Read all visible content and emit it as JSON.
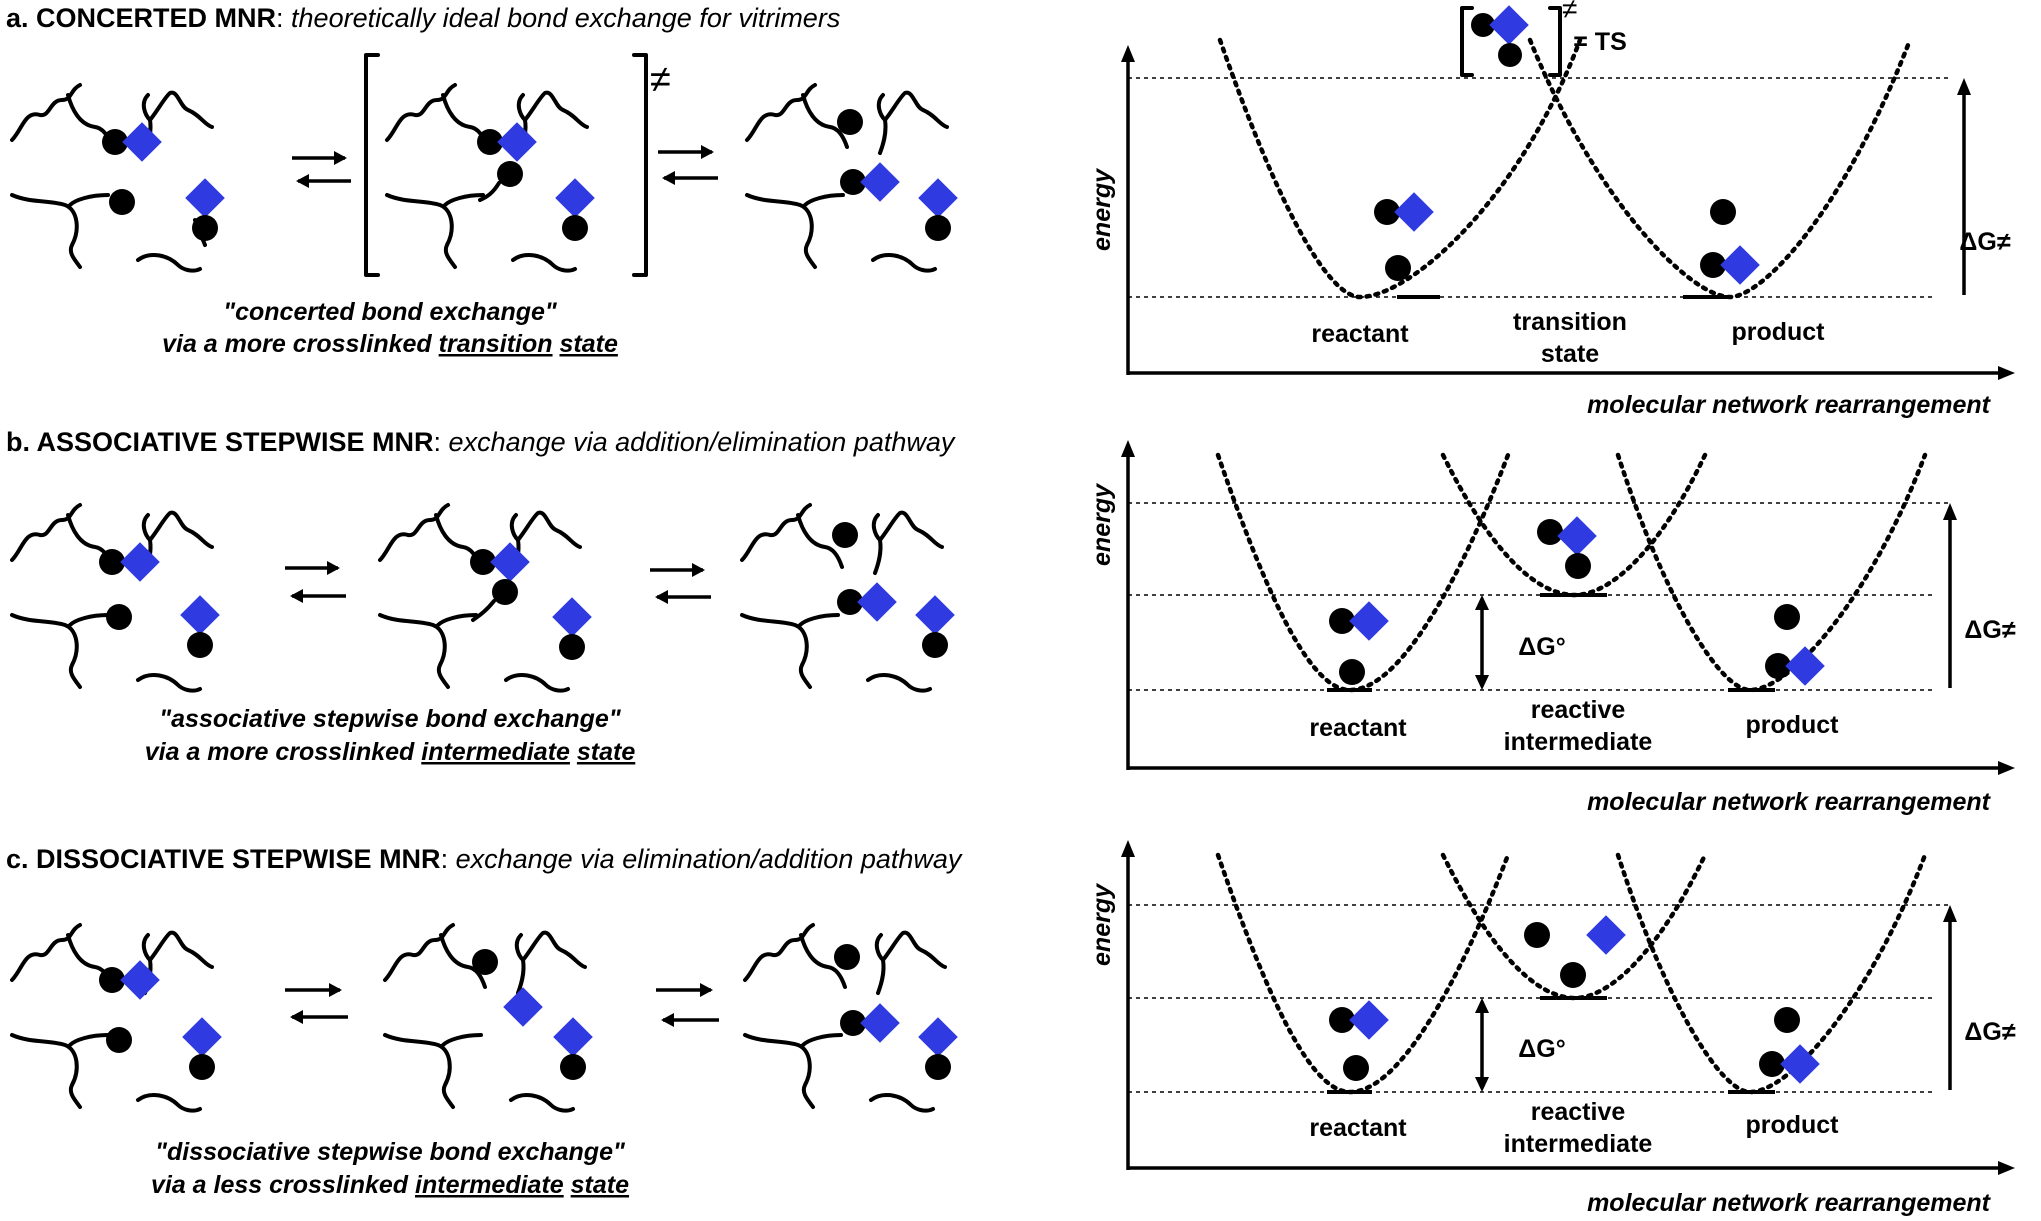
{
  "panels": [
    {
      "id": "a",
      "heading_prefix": "a. CONCERTED MNR",
      "heading_sep": ": ",
      "heading_desc": "theoretically ideal bond exchange for vitrimers",
      "caption_line1": "\"concerted bond exchange\"",
      "caption_line2_pre": "via a more crosslinked ",
      "caption_line2_u1": "transition",
      "caption_line2_u2": "state",
      "ts_mark": "≠",
      "states": [
        "reactant",
        "transition",
        "state",
        "product"
      ],
      "ts_label": "= TS",
      "dg_label": "ΔG≠",
      "energy": "energy",
      "xaxis": "molecular network rearrangement"
    },
    {
      "id": "b",
      "heading_prefix": "b. ASSOCIATIVE STEPWISE MNR",
      "heading_sep": ": ",
      "heading_desc": "exchange via addition/elimination pathway",
      "caption_line1": "\"associative stepwise bond exchange\"",
      "caption_line2_pre": "via a more crosslinked ",
      "caption_line2_u1": "intermediate",
      "caption_line2_u2": "state",
      "states": [
        "reactant",
        "reactive",
        "intermediate",
        "product"
      ],
      "dg0_label": "ΔG°",
      "dg_label": "ΔG≠",
      "energy": "energy",
      "xaxis": "molecular network rearrangement"
    },
    {
      "id": "c",
      "heading_prefix": "c. DISSOCIATIVE STEPWISE MNR",
      "heading_sep": ": ",
      "heading_desc": "exchange via elimination/addition pathway",
      "caption_line1": "\"dissociative stepwise bond exchange\"",
      "caption_line2_pre": "via a less crosslinked ",
      "caption_line2_u1": "intermediate",
      "caption_line2_u2": "state",
      "states": [
        "reactant",
        "reactive",
        "intermediate",
        "product"
      ],
      "dg0_label": "ΔG°",
      "dg_label": "ΔG≠",
      "energy": "energy",
      "xaxis": "molecular network rearrangement"
    }
  ],
  "colors": {
    "diamond": "#2f3ae0",
    "dot": "#000000",
    "line": "#000000"
  }
}
